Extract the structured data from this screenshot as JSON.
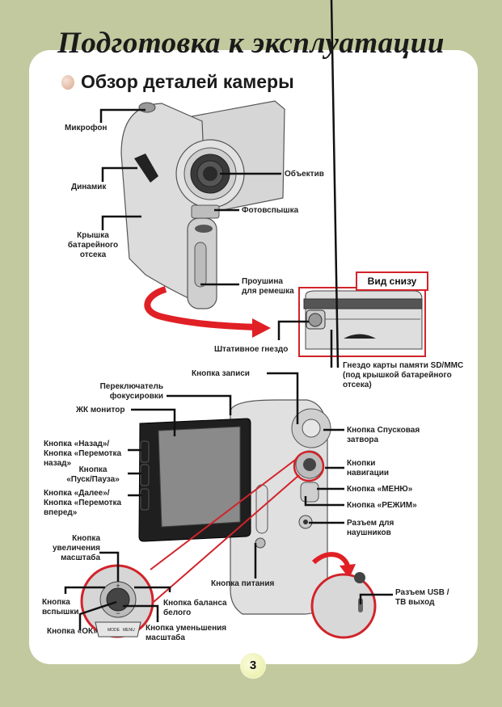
{
  "page": {
    "title": "Подготовка к эксплуатации",
    "section_title": "Обзор деталей камеры",
    "page_number": "3",
    "accent_color": "#d2232a",
    "background_color": "#c2c99f"
  },
  "front_view": {
    "labels": {
      "microphone": "Микрофон",
      "speaker": "Динамик",
      "battery_cover": "Крышка\nбатарейного\nотсека",
      "lens": "Объектив",
      "flash": "Фотовспышка",
      "strap_ring": "Проушина\nдля ремешка"
    }
  },
  "bottom_view": {
    "title": "Вид снизу",
    "labels": {
      "tripod_socket": "Штативное гнездо",
      "sd_slot": "Гнездо карты памяти SD/MMC\n(под крышкой батарейного\nотсека)"
    }
  },
  "back_view": {
    "labels": {
      "record_button": "Кнопка записи",
      "focus_switch": "Переключатель\nфокусировки",
      "lcd_monitor": "ЖК монитор",
      "back_button": "Кнопка «Назад»/\nКнопка «Перемотка\nназад»",
      "play_pause_button": "Кнопка\n«Пуск/Пауза»",
      "next_button": "Кнопка «Далее»/\nКнопка «Перемотка\nвперед»",
      "shutter_button": "Кнопка Спусковая\nзатвора",
      "nav_buttons": "Кнопки\nнавигации",
      "menu_button": "Кнопка «МЕНЮ»",
      "mode_button": "Кнопка «РЕЖИМ»",
      "headphone_jack": "Разъем для\nнаушников",
      "power_button": "Кнопка питания",
      "usb_tv_out": "Разъем USB /\nТВ выход"
    }
  },
  "nav_detail": {
    "labels": {
      "zoom_in": "Кнопка\nувеличения\nмасштаба",
      "flash_button": "Кнопка\nвспышки",
      "ok_button": "Кнопка «ОК»",
      "white_balance": "Кнопка баланса\nбелого",
      "zoom_out": "Кнопка уменьшения\nмасштаба"
    },
    "button_marks": [
      "MODE",
      "MENU"
    ]
  }
}
